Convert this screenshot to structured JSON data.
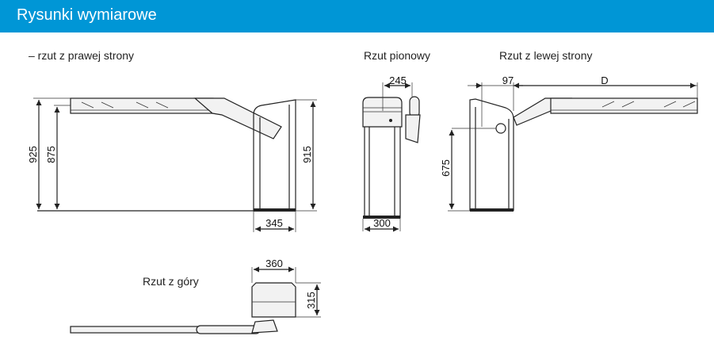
{
  "header": {
    "title": "Rysunki wymiarowe"
  },
  "views": {
    "right": {
      "title": "– rzut z prawej strony",
      "dims": [
        "925",
        "875",
        "915",
        "345"
      ]
    },
    "front": {
      "title": "Rzut pionowy",
      "dims": [
        "245",
        "300"
      ]
    },
    "left": {
      "title": "Rzut z lewej strony",
      "dims": [
        "97",
        "D",
        "675"
      ]
    },
    "top": {
      "title": "Rzut z góry",
      "dims": [
        "360",
        "315"
      ]
    }
  },
  "colors": {
    "header": "#0096d6"
  }
}
